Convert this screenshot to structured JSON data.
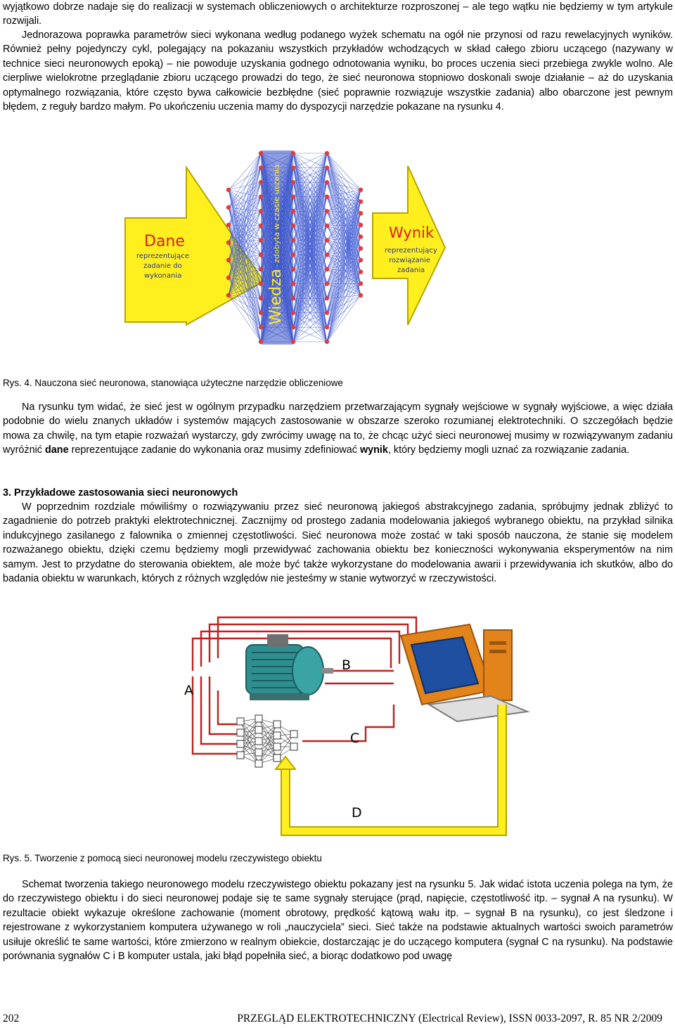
{
  "para1": "wyjątkowo dobrze nadaje się do realizacji w systemach obliczeniowych o architekturze rozproszonej – ale tego wątku nie będziemy w tym artykule rozwijali.",
  "para2": "Jednorazowa poprawka parametrów sieci wykonana według podanego wyżek schematu na ogół nie przynosi od razu rewelacyjnych wyników. Również pełny pojedynczy cykl, polegający na pokazaniu wszystkich przykładów wchodzących w skład całego zbioru uczącego (nazywany w technice sieci neuronowych epoką) – nie powoduje uzyskania godnego odnotowania wyniku, bo proces uczenia sieci przebiega zwykle wolno. Ale cierpliwe wielokrotne przeglądanie zbioru uczącego prowadzi do tego, że sieć neuronowa stopniowo doskonali swoje działanie – aż do uzyskania optymalnego rozwiązania, które często bywa całkowicie bezbłędne (sieć poprawnie rozwiązuje wszystkie zadania) albo obarczone jest pewnym błędem, z reguły bardzo małym. Po ukończeniu uczenia mamy do dyspozycji narzędzie pokazane na rysunku 4.",
  "figure4": {
    "input_title": "Dane",
    "input_sub": [
      "reprezentujące",
      "zadanie do",
      "wykonania"
    ],
    "knowledge_title": "Wiedza",
    "knowledge_sub": "zdobyta w czasie uczenia",
    "output_title": "Wynik",
    "output_sub": [
      "reprezentujący",
      "rozwiązanie",
      "zadania"
    ],
    "colors": {
      "arrow": "#ffef1e",
      "arrow_border": "#b8a400",
      "title": "#d6202a",
      "sub": "#2a3a8a",
      "edge": "#3a55d0",
      "node": "#e23b3b"
    }
  },
  "caption4": "Rys. 4. Nauczona sieć neuronowa, stanowiąca użyteczne narzędzie obliczeniowe",
  "para3": {
    "t1": "Na rysunku tym widać, że sieć jest w ogólnym przypadku narzędziem przetwarzającym sygnały wejściowe w sygnały wyjściowe, a więc działa podobnie do wielu znanych układów i systemów mających zastosowanie w obszarze szeroko rozumianej elektrotechniki. O szczegółach będzie mowa za chwilę, na tym etapie rozważań wystarczy, gdy zwrócimy uwagę na to, że chcąc użyć sieci neuronowej musimy w rozwiązywanym zadaniu wyróżnić ",
    "b1": "dane",
    "t2": " reprezentujące zadanie do wykonania oraz musimy zdefiniować ",
    "b2": "wynik",
    "t3": ", który będziemy mogli uznać za rozwiązanie zadania."
  },
  "section_heading": "3. Przykładowe zastosowania sieci neuronowych",
  "para4": "W poprzednim rozdziale mówiliśmy o rozwiązywaniu przez sieć neuronową jakiegoś abstrakcyjnego zadania, spróbujmy jednak zbliżyć to zagadnienie do potrzeb praktyki elektrotechnicznej. Zacznijmy od prostego zadania modelowania jakiegoś wybranego obiektu, na przykład silnika indukcyjnego zasilanego z falownika o zmiennej częstotliwości. Sieć neuronowa może zostać w taki sposób nauczona, że stanie się modelem rozważanego obiektu, dzięki czemu będziemy mogli przewidywać zachowania obiektu bez konieczności wykonywania eksperymentów na nim samym. Jest to przydatne do sterowania obiektem, ale może być także wykorzystane do modelowania awarii i przewidywania ich skutków, albo do badania obiektu w warunkach, których z różnych względów nie jesteśmy w stanie wytworzyć w rzeczywistości.",
  "figure5": {
    "label_a": "A",
    "label_b": "B",
    "label_c": "C",
    "label_d": "D",
    "colors": {
      "wire": "#c0201c",
      "yellow": "#ffef1e",
      "yellow_border": "#b8a400",
      "motor": "#2f8f90",
      "monitor": "#e3841a",
      "screen": "#1f4fa0"
    }
  },
  "caption5": "Rys. 5. Tworzenie z pomocą sieci neuronowej modelu rzeczywistego obiektu",
  "para5": "Schemat tworzenia takiego neuronowego modelu rzeczywistego obiektu pokazany jest na rysunku 5. Jak widać istota uczenia polega na tym, że do rzeczywistego obiektu i do sieci neuronowej podaje się te same sygnały sterujące (prąd, napięcie, częstotliwość itp. – sygnał A na rysunku). W rezultacie obiekt wykazuje określone zachowanie (moment obrotowy, prędkość kątową wału itp. – sygnał B na rysunku), co jest śledzone i rejestrowane z wykorzystaniem komputera używanego w roli „nauczyciela” sieci. Sieć także na podstawie aktualnych wartości swoich parametrów usiłuje określić te same wartości, które zmierzono w realnym obiekcie, dostarczając je do uczącego komputera (sygnał C na rysunku). Na podstawie porównania sygnałów C i B komputer ustala, jaki błąd popełniła sieć, a biorąc dodatkowo pod uwagę",
  "footer": {
    "page": "202",
    "journal": "PRZEGLĄD ELEKTROTECHNICZNY (Electrical Review), ISSN 0033-2097, R. 85 NR 2/2009"
  }
}
